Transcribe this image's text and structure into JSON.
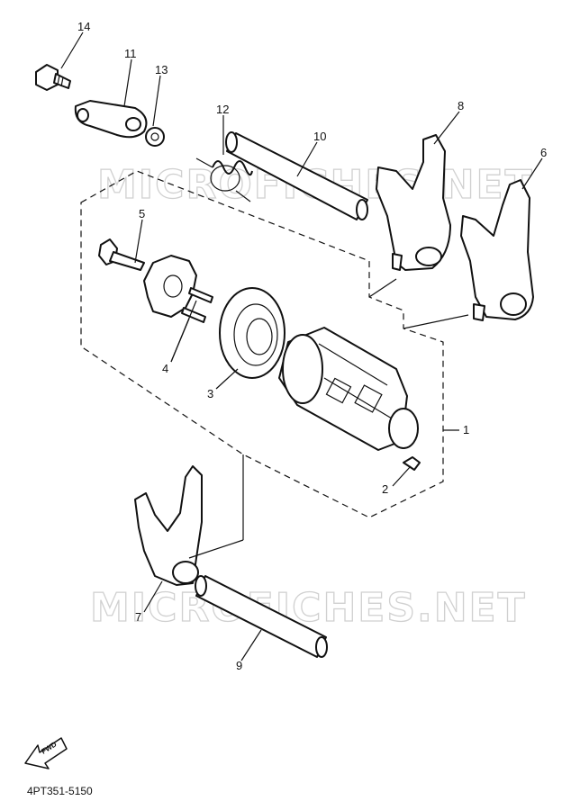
{
  "watermark": "MICROFICHES.NET",
  "fwd_label": "FWD",
  "diagram_code": "4PT351-5150",
  "callouts": {
    "c1": "1",
    "c2": "2",
    "c3": "3",
    "c4": "4",
    "c5": "5",
    "c6": "6",
    "c7": "7",
    "c8": "8",
    "c9": "9",
    "c10": "10",
    "c11": "11",
    "c12": "12",
    "c13": "13",
    "c14": "14"
  }
}
